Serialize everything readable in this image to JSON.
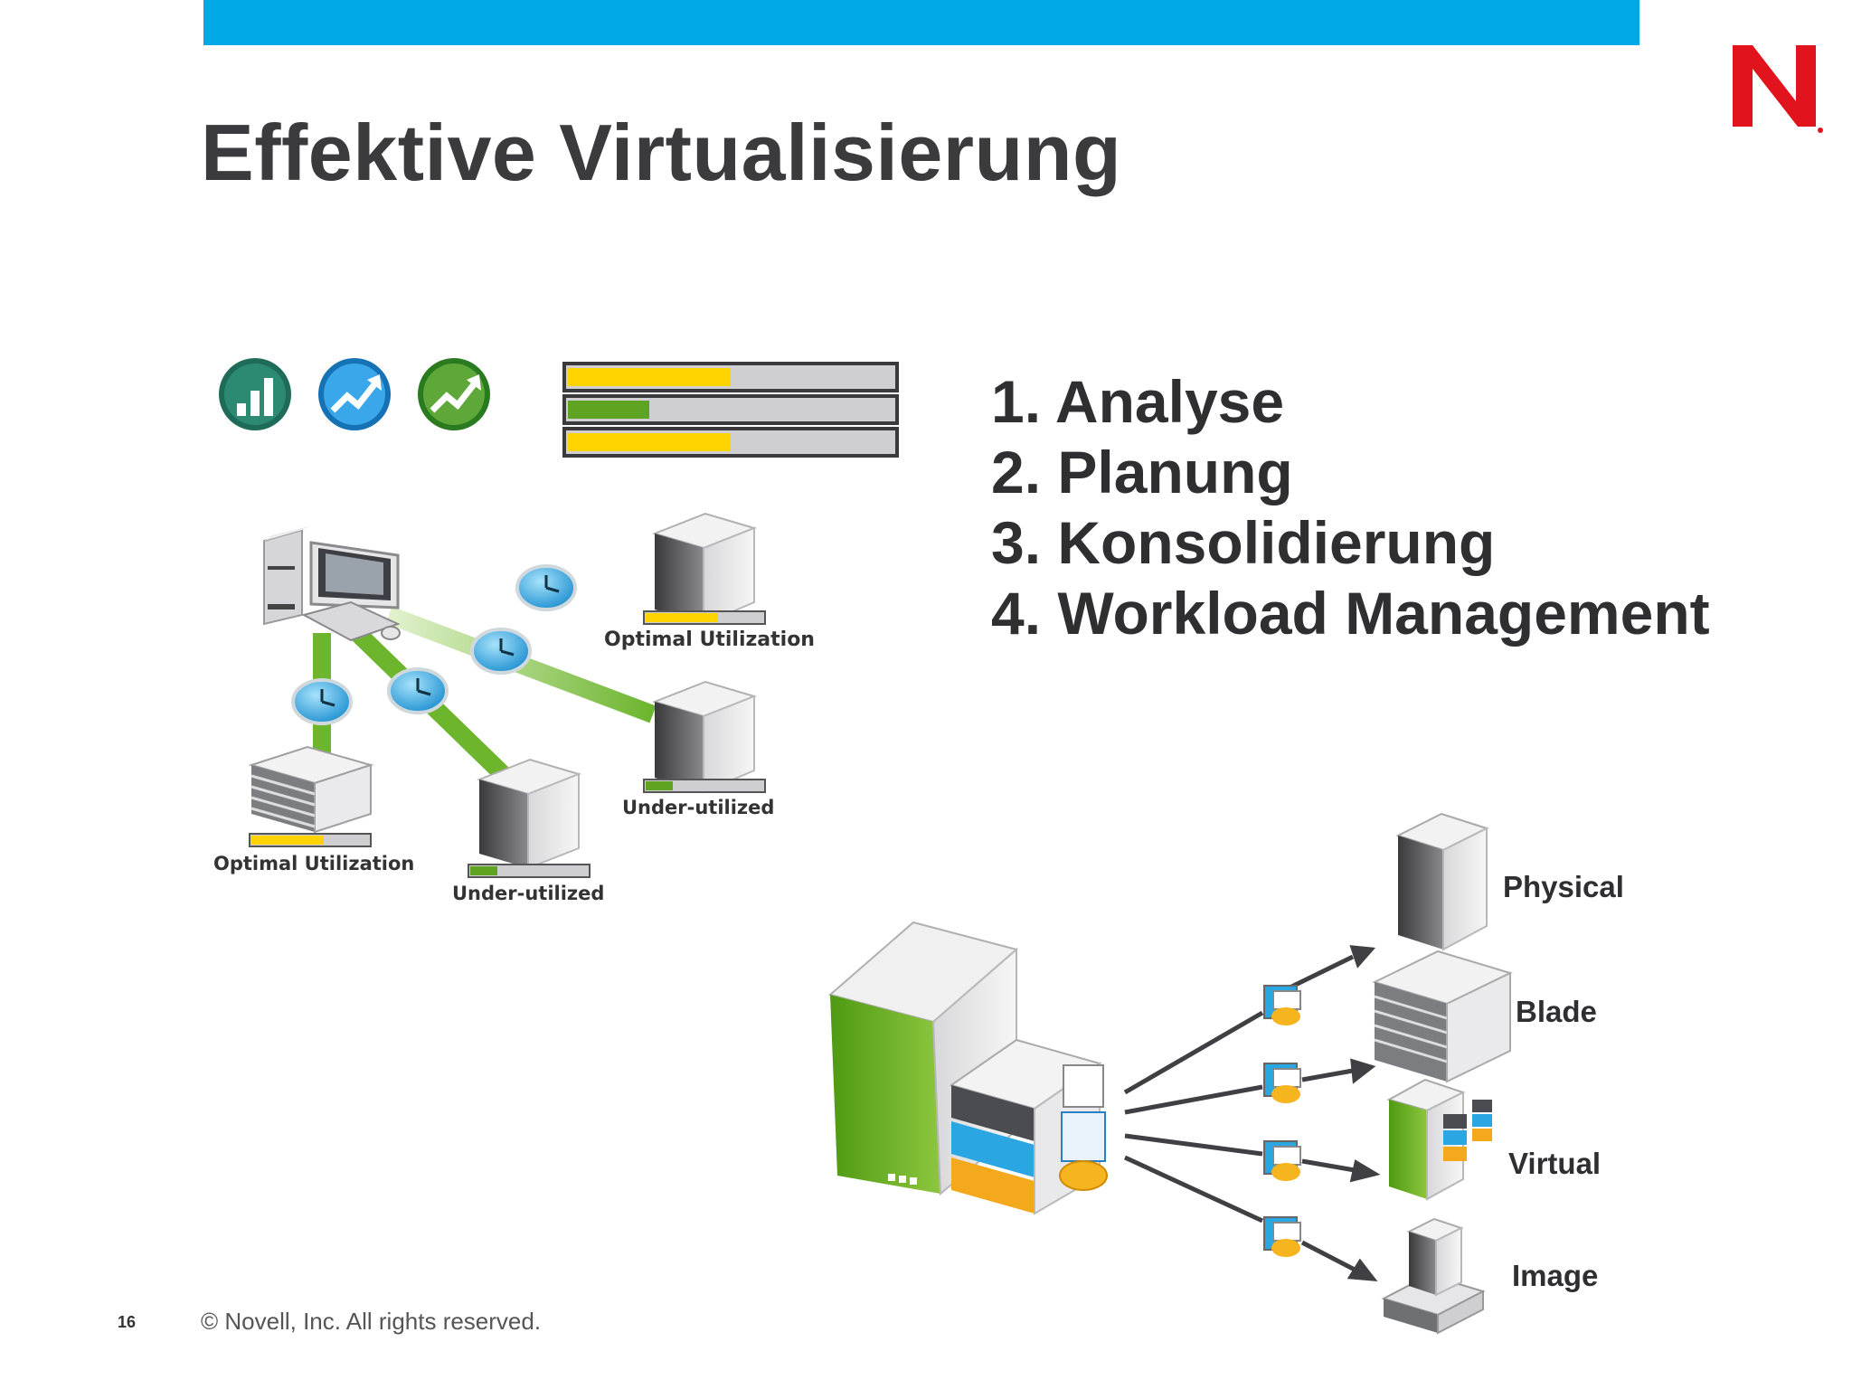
{
  "slide": {
    "title": "Effektive Virtualisierung",
    "page_number": "16",
    "copyright": "©  Novell, Inc.  All rights reserved.",
    "accent_color": "#00a9e6",
    "logo_letter": "N",
    "logo_color": "#e1141d"
  },
  "steps": [
    "1. Analyse",
    "2. Planung",
    "3. Konsolidierung",
    "4. Workload Management"
  ],
  "utilization_bars": [
    {
      "color": "#ffd400",
      "fill": 0.5
    },
    {
      "color": "#5ea321",
      "fill": 0.25
    },
    {
      "color": "#ffd400",
      "fill": 0.5
    }
  ],
  "network": {
    "label_top_server": "Optimal Utilization",
    "label_mid_server": "Under-utilized",
    "label_blade": "Optimal Utilization",
    "label_bottom_server": "Under-utilized"
  },
  "deployment": {
    "targets": [
      "Physical",
      "Blade",
      "Virtual",
      "Image"
    ]
  },
  "icons": [
    "bar-chart-icon",
    "trend-up-icon",
    "trend-up-green-icon",
    "clock-icon",
    "computer-icon",
    "server-icon"
  ]
}
